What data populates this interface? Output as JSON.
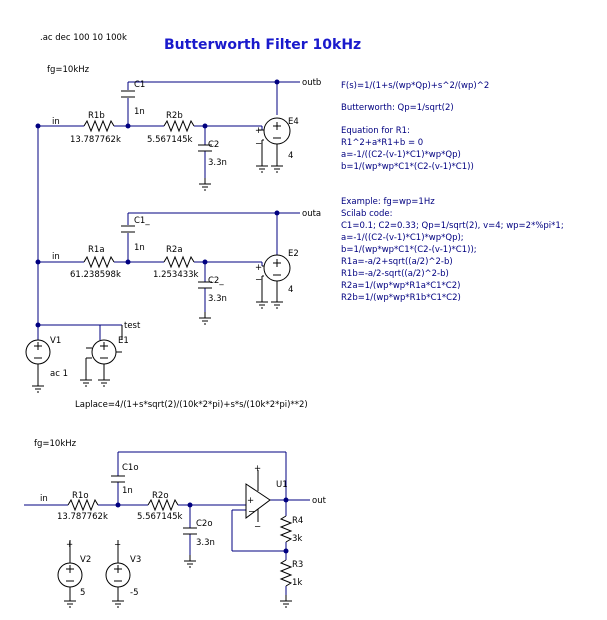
{
  "title": "Butterworth Filter 10kHz",
  "directive": ".ac dec 100 10 100k",
  "fg_top": "fg=10kHz",
  "fg_bottom": "fg=10kHz",
  "laplace": "Laplace=4/(1+s*sqrt(2)/(10k*2*pi)+s*s/(10k*2*pi)**2)",
  "notes": [
    "F(s)=1/(1+s/(wp*Qp)+s^2/(wp)^2",
    "Butterworth: Qp=1/sqrt(2)",
    "Equation for R1:",
    "R1^2+a*R1+b = 0",
    "a=-1/((C2-(v-1)*C1)*wp*Qp)",
    "b=1/(wp*wp*C1*(C2-(v-1)*C1))",
    "Example: fg=wp=1Hz",
    "Scilab code:",
    "C1=0.1; C2=0.33; Qp=1/sqrt(2), v=4; wp=2*%pi*1;",
    "a=-1/((C2-(v-1)*C1)*wp*Qp);",
    "b=1/(wp*wp*C1*(C2-(v-1)*C1));",
    "R1a=-a/2+sqrt((a/2)^2-b)",
    "R1b=-a/2-sqrt((a/2)^2-b)",
    "R2a=1/(wp*wp*R1a*C1*C2)",
    "R2b=1/(wp*wp*R1b*C1*C2)"
  ],
  "nets": {
    "in1": "in",
    "in2": "in",
    "in3": "in",
    "outb": "outb",
    "outa": "outa",
    "test": "test",
    "out": "out"
  },
  "parts": {
    "C1": {
      "name": "C1",
      "value": "1n"
    },
    "R1b": {
      "name": "R1b",
      "value": "13.787762k"
    },
    "R2b": {
      "name": "R2b",
      "value": "5.567145k"
    },
    "C2": {
      "name": "C2",
      "value": "3.3n"
    },
    "E4": {
      "name": "E4",
      "value": "4"
    },
    "C1_": {
      "name": "C1_",
      "value": "1n"
    },
    "R1a": {
      "name": "R1a",
      "value": "61.238598k"
    },
    "R2a": {
      "name": "R2a",
      "value": "1.253433k"
    },
    "C2_": {
      "name": "C2_",
      "value": "3.3n"
    },
    "E2": {
      "name": "E2",
      "value": "4"
    },
    "V1": {
      "name": "V1",
      "value": "ac 1"
    },
    "E1": {
      "name": "E1"
    },
    "C1o": {
      "name": "C1o",
      "value": "1n"
    },
    "R1o": {
      "name": "R1o",
      "value": "13.787762k"
    },
    "R2o": {
      "name": "R2o",
      "value": "5.567145k"
    },
    "C2o": {
      "name": "C2o",
      "value": "3.3n"
    },
    "U1": {
      "name": "U1"
    },
    "R4": {
      "name": "R4",
      "value": "3k"
    },
    "R3": {
      "name": "R3",
      "value": "1k"
    },
    "V2": {
      "name": "V2",
      "value": "5"
    },
    "V3": {
      "name": "V3",
      "value": "-5"
    }
  }
}
